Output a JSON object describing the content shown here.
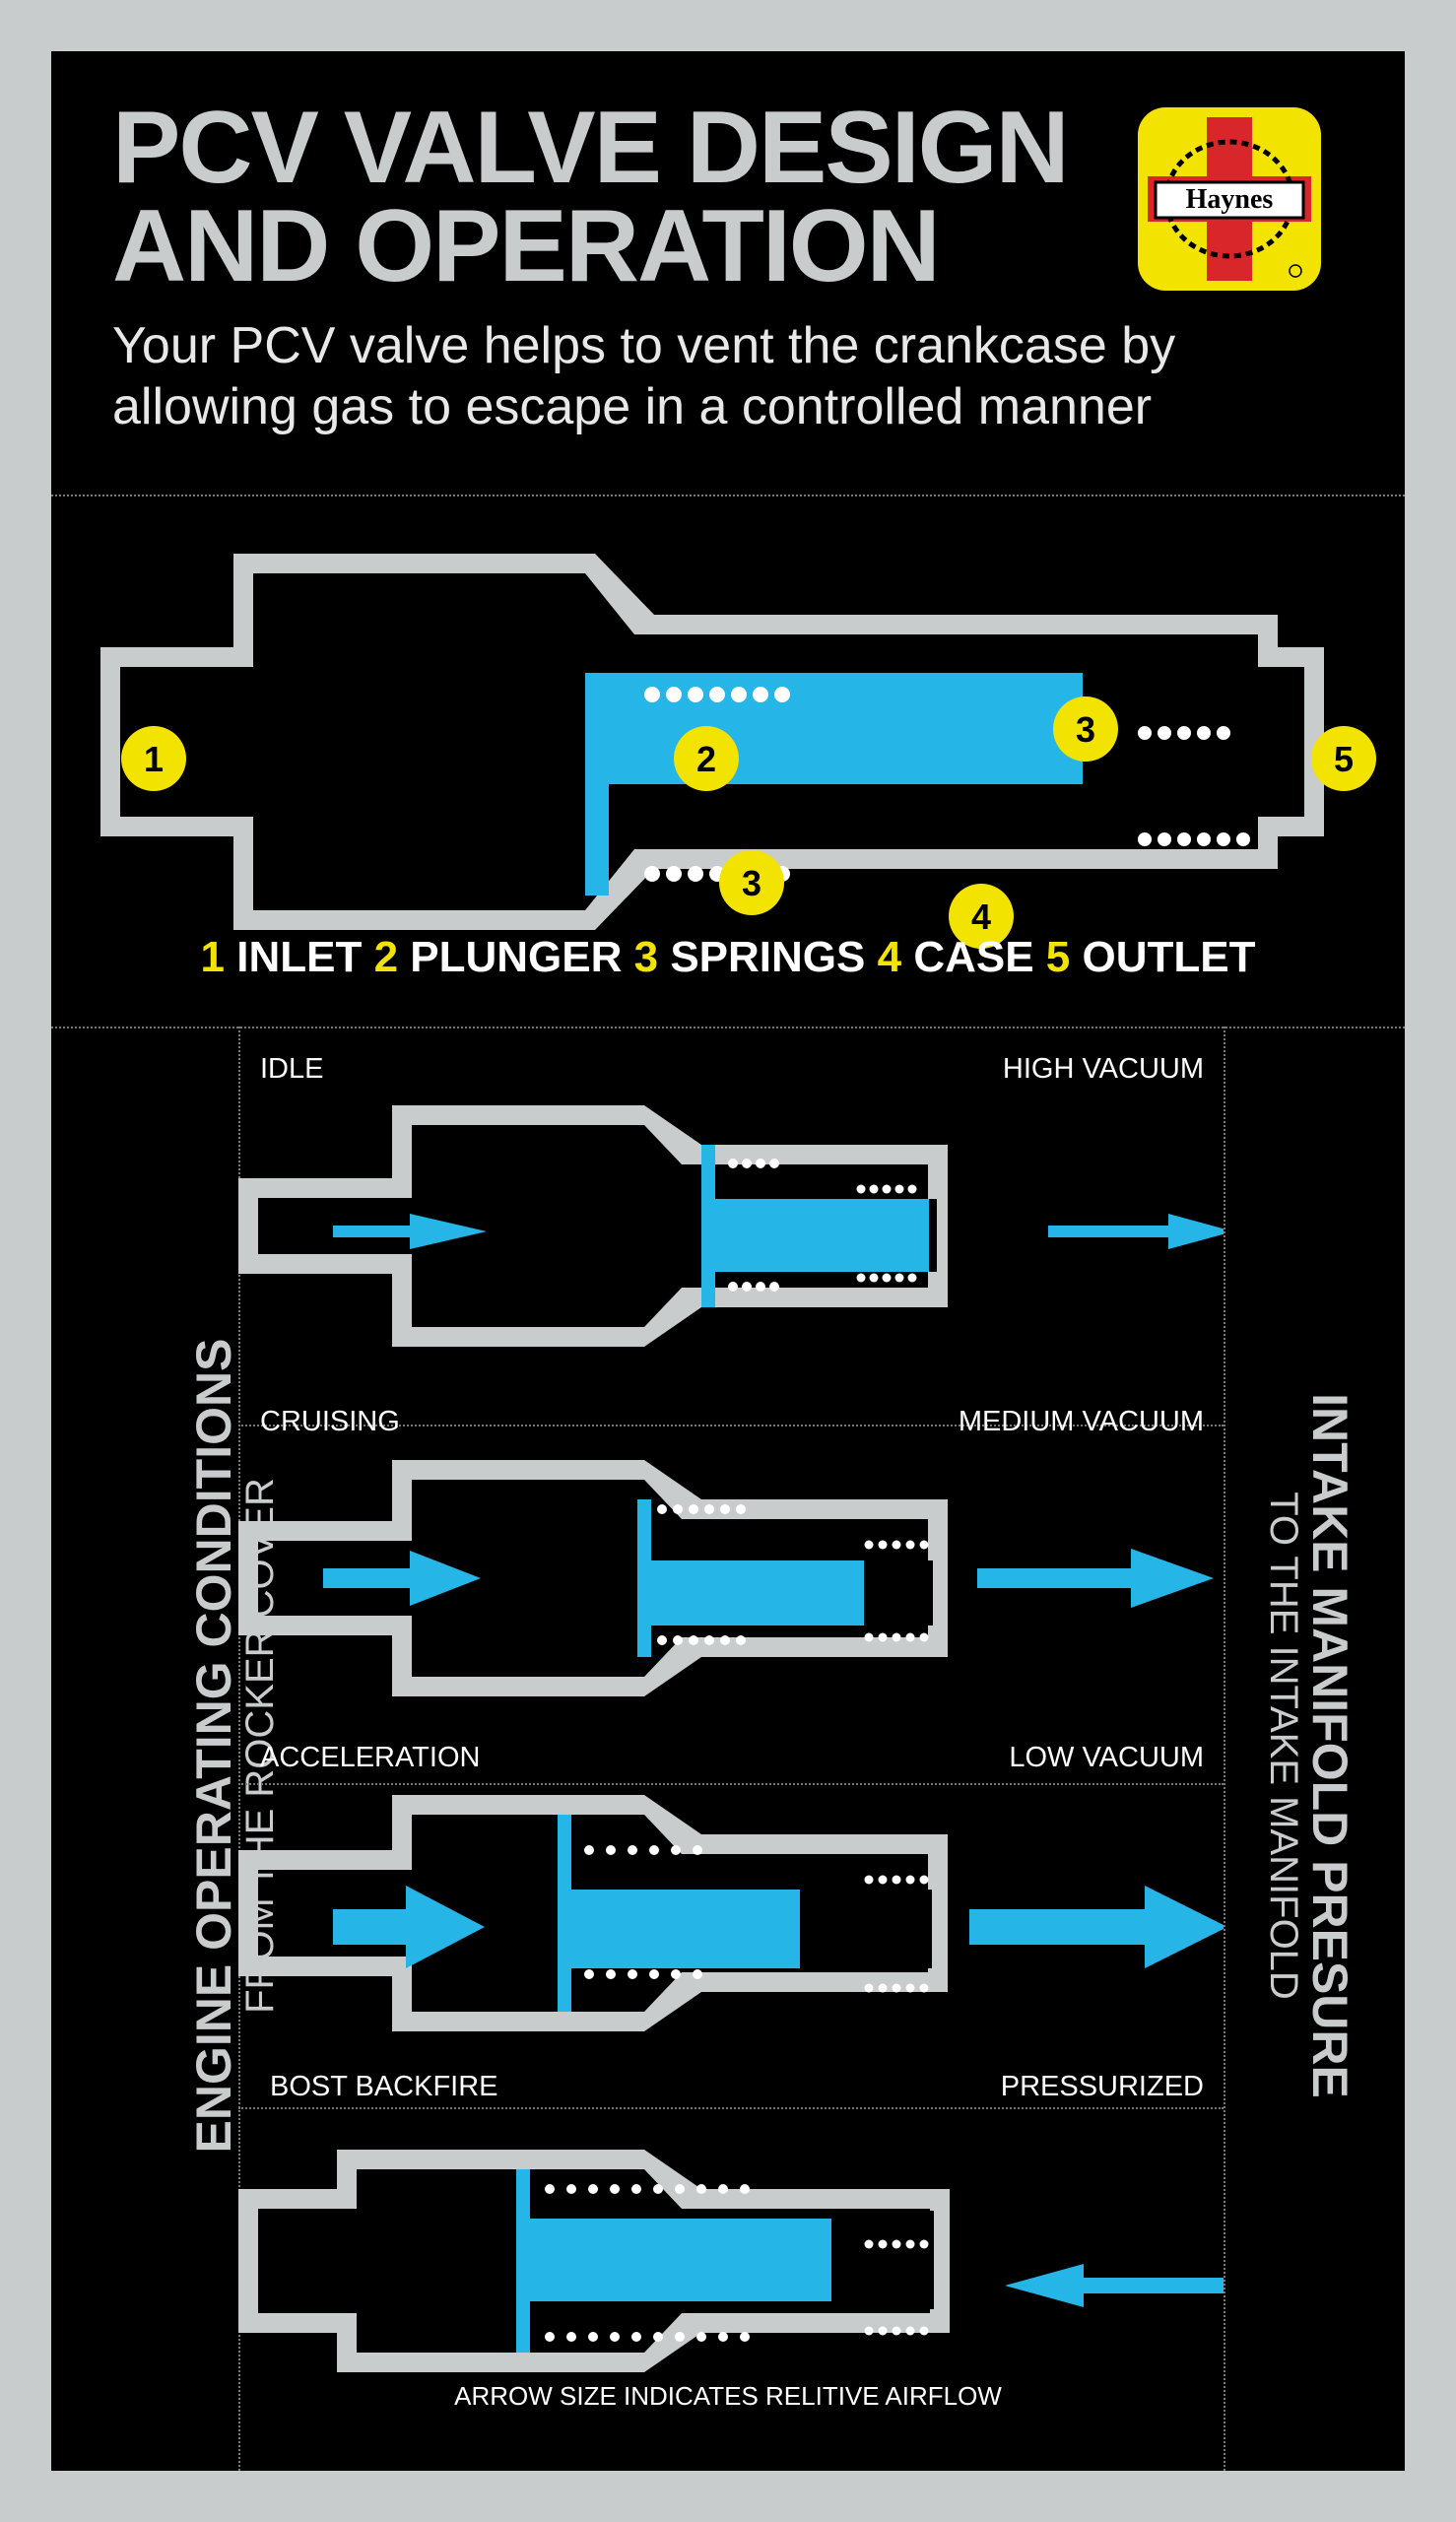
{
  "header": {
    "title_line1": "PCV VALVE DESIGN",
    "title_line2": "AND OPERATION",
    "subtitle_line1": "Your PCV valve helps to vent the crankcase by",
    "subtitle_line2": "allowing gas to escape in a controlled manner",
    "brand": "Haynes"
  },
  "diagram": {
    "callouts": [
      "1",
      "2",
      "3",
      "3",
      "4",
      "5"
    ]
  },
  "legend": {
    "items": [
      {
        "num": "1",
        "label": "INLET"
      },
      {
        "num": "2",
        "label": "PLUNGER"
      },
      {
        "num": "3",
        "label": "SPRINGS"
      },
      {
        "num": "4",
        "label": "CASE"
      },
      {
        "num": "5",
        "label": "OUTLET"
      }
    ]
  },
  "side_left": {
    "title": "ENGINE OPERATING CONDITIONS",
    "subtitle": "FROM THE ROCKER COVER"
  },
  "side_right": {
    "title": "INTAKE MANIFOLD PRESURE",
    "subtitle": "TO THE INTAKE MANIFOLD"
  },
  "panels": [
    {
      "condition": "IDLE",
      "vacuum": "HIGH VACUUM"
    },
    {
      "condition": "CRUISING",
      "vacuum": "MEDIUM VACUUM"
    },
    {
      "condition": "ACCELERATION",
      "vacuum": "LOW VACUUM"
    },
    {
      "condition": "BOST BACKFIRE",
      "vacuum": "PRESSURIZED"
    }
  ],
  "footnote": "ARROW SIZE INDICATES RELITIVE AIRFLOW",
  "colors": {
    "case": "#c9cccd",
    "plunger": "#25b6e7",
    "callout": "#f2e300",
    "background": "#000000"
  }
}
